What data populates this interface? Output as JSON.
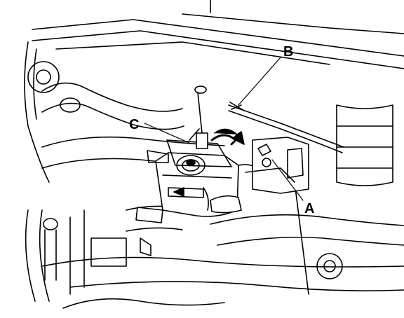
{
  "diagram": {
    "callouts": {
      "a": "A",
      "b": "B",
      "c": "C"
    },
    "colors": {
      "line": "#000000",
      "background": "#ffffff"
    }
  }
}
